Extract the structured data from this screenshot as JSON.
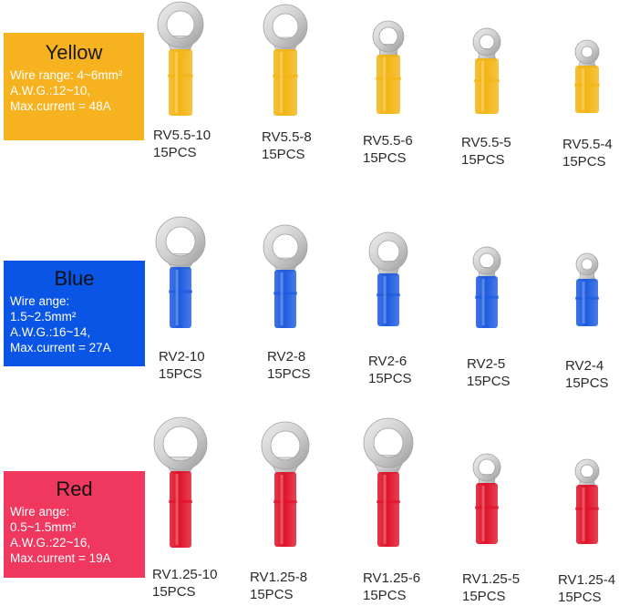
{
  "colors": {
    "yellow_panel": "#f6b21f",
    "blue_panel": "#0a55e6",
    "red_panel": "#f0385f",
    "yellow_sleeve": "#f3b514",
    "blue_sleeve": "#1d5be0",
    "red_sleeve": "#e0132b",
    "metal": "#cfcfcf"
  },
  "groups": [
    {
      "name": "Yellow",
      "lines": [
        "Wire range: 4~6mm²",
        "A.W.G.:12~10,",
        "Max.current = 48A"
      ],
      "items": [
        {
          "model": "RV5.5-10",
          "qty": "15PCS"
        },
        {
          "model": "RV5.5-8",
          "qty": "15PCS"
        },
        {
          "model": "RV5.5-6",
          "qty": "15PCS"
        },
        {
          "model": "RV5.5-5",
          "qty": "15PCS"
        },
        {
          "model": "RV5.5-4",
          "qty": "15PCS"
        }
      ]
    },
    {
      "name": "Blue",
      "lines": [
        "Wire ange:",
        "1.5~2.5mm²",
        "A.W.G.:16~14,",
        "Max.current = 27A"
      ],
      "items": [
        {
          "model": "RV2-10",
          "qty": "15PCS"
        },
        {
          "model": "RV2-8",
          "qty": "15PCS"
        },
        {
          "model": "RV2-6",
          "qty": "15PCS"
        },
        {
          "model": "RV2-5",
          "qty": "15PCS"
        },
        {
          "model": "RV2-4",
          "qty": "15PCS"
        }
      ]
    },
    {
      "name": "Red",
      "lines": [
        "Wire ange:",
        "0.5~1.5mm²",
        "A.W.G.:22~16,",
        "Max.current = 19A"
      ],
      "items": [
        {
          "model": "RV1.25-10",
          "qty": "15PCS"
        },
        {
          "model": "RV1.25-8",
          "qty": "15PCS"
        },
        {
          "model": "RV1.25-6",
          "qty": "15PCS"
        },
        {
          "model": "RV1.25-5",
          "qty": "15PCS"
        },
        {
          "model": "RV1.25-4",
          "qty": "15PCS"
        }
      ]
    }
  ]
}
